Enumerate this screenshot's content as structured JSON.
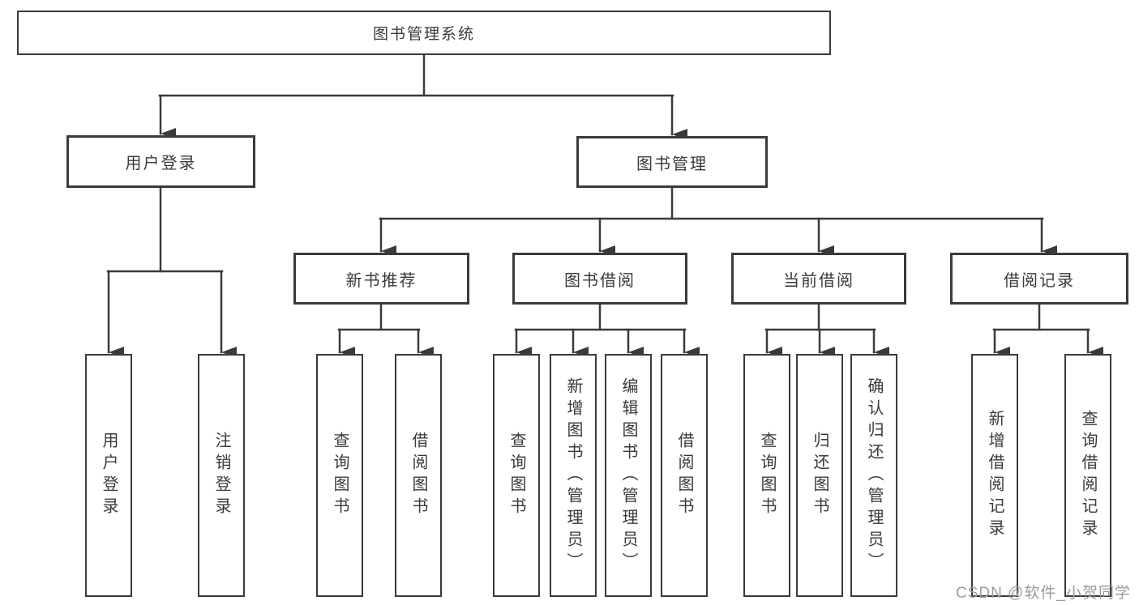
{
  "tree": {
    "label": "图书管理系统",
    "children": [
      {
        "label": "用户登录",
        "children": [
          {
            "label": "用户登录"
          },
          {
            "label": "注销登录"
          }
        ]
      },
      {
        "label": "图书管理",
        "children": [
          {
            "label": "新书推荐",
            "children": [
              {
                "label": "查询图书"
              },
              {
                "label": "借阅图书"
              }
            ]
          },
          {
            "label": "图书借阅",
            "children": [
              {
                "label": "查询图书"
              },
              {
                "label": "新增图书（管理员）"
              },
              {
                "label": "编辑图书（管理员）"
              },
              {
                "label": "借阅图书"
              }
            ]
          },
          {
            "label": "当前借阅",
            "children": [
              {
                "label": "查询图书"
              },
              {
                "label": "归还图书"
              },
              {
                "label": "确认归还（管理员）"
              }
            ]
          },
          {
            "label": "借阅记录",
            "children": [
              {
                "label": "新增借阅记录"
              },
              {
                "label": "查询借阅记录"
              }
            ]
          }
        ]
      }
    ]
  },
  "watermark": "CSDN @软件_小贺同学",
  "colors": {
    "line": "#3a3a3a",
    "border": "#3a3a3a",
    "text": "#3a3a3a",
    "watermark": "#9b9b9b",
    "background": "#ffffff"
  }
}
